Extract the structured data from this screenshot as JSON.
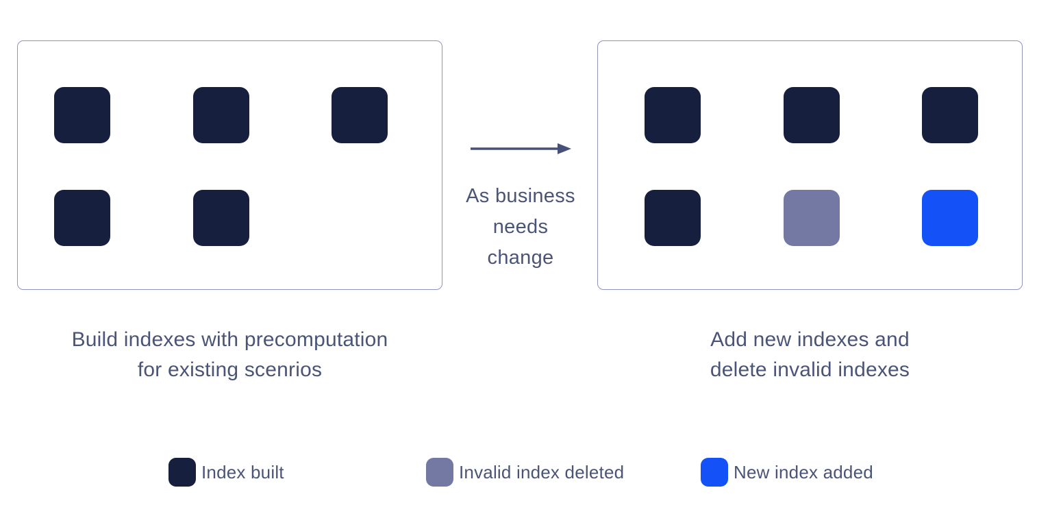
{
  "diagram": {
    "left_panel": {
      "caption_line1": "Build indexes with precomputation",
      "caption_line2": "for existing scenrios",
      "squares": [
        {
          "row": 0,
          "col": 0,
          "state": "built"
        },
        {
          "row": 0,
          "col": 1,
          "state": "built"
        },
        {
          "row": 0,
          "col": 2,
          "state": "built"
        },
        {
          "row": 1,
          "col": 0,
          "state": "built"
        },
        {
          "row": 1,
          "col": 1,
          "state": "built"
        }
      ]
    },
    "arrow_label_lines": [
      "As business",
      "needs",
      "change"
    ],
    "right_panel": {
      "caption_line1": "Add new indexes and",
      "caption_line2": "delete invalid indexes",
      "squares": [
        {
          "row": 0,
          "col": 0,
          "state": "built"
        },
        {
          "row": 0,
          "col": 1,
          "state": "built"
        },
        {
          "row": 0,
          "col": 2,
          "state": "built"
        },
        {
          "row": 1,
          "col": 0,
          "state": "built"
        },
        {
          "row": 1,
          "col": 1,
          "state": "deleted"
        },
        {
          "row": 1,
          "col": 2,
          "state": "added"
        }
      ]
    },
    "legend": [
      {
        "state": "built",
        "label": "Index built"
      },
      {
        "state": "deleted",
        "label": "Invalid index deleted"
      },
      {
        "state": "added",
        "label": "New index added"
      }
    ],
    "colors": {
      "built": "#161f3d",
      "deleted": "#7379a3",
      "added": "#1451f6",
      "text": "#4a5478",
      "panel_border": "#9094ba",
      "arrow": "#475077"
    }
  }
}
